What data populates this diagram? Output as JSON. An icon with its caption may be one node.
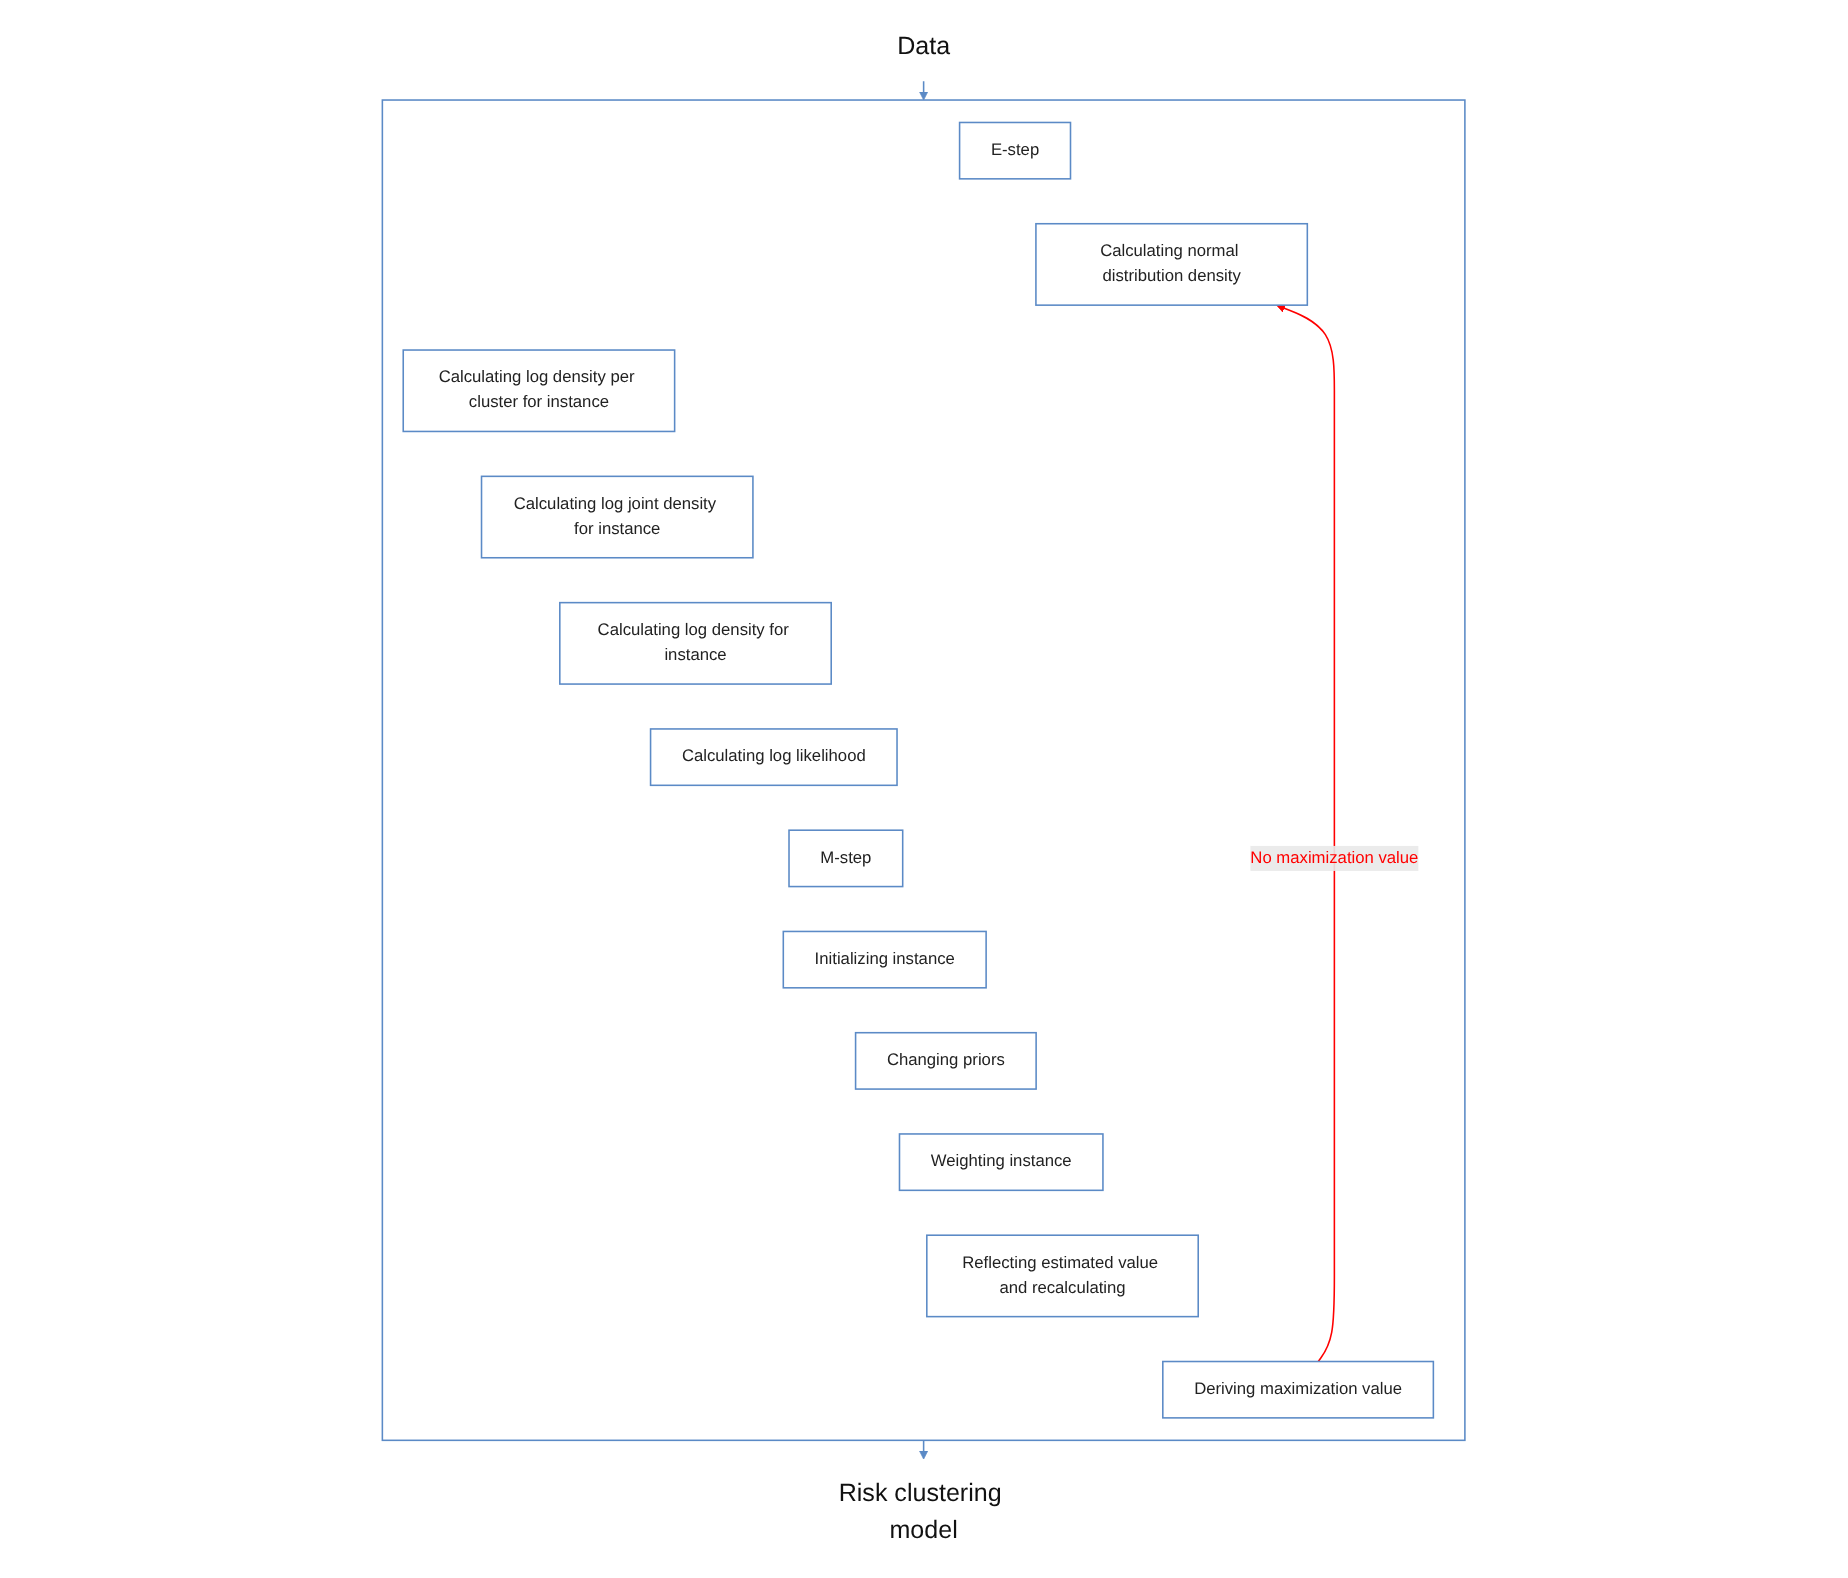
{
  "diagram": {
    "nodes": [
      {
        "text": [
          "Data"
        ]
      },
      {
        "text": [],
        "shape": "box"
      },
      {
        "text": [
          "E-step"
        ],
        "in": 1
      },
      {
        "text": [
          "Calculating normal distribution density"
        ],
        "in": 1
      },
      {
        "text": [
          "Calculating log density per cluster for instance"
        ],
        "in": 1
      },
      {
        "text": [
          "Calculating log joint density for instance"
        ],
        "in": 1
      },
      {
        "text": [
          "Calculating log density for instance"
        ],
        "in": 1
      },
      {
        "text": [
          "Calculating log likelihood"
        ],
        "in": 1
      },
      {
        "text": [
          "M-step"
        ],
        "in": 1
      },
      {
        "text": [
          "Initializing instance"
        ],
        "in": 1
      },
      {
        "text": [
          "Changing priors"
        ],
        "in": 1
      },
      {
        "text": [
          "Weighting instance"
        ],
        "in": 1
      },
      {
        "text": [
          "Reflecting estimated value and recalculating"
        ],
        "in": 1
      },
      {
        "text": [
          "Deriving maximization value"
        ],
        "in": 1
      },
      {
        "text": [
          "Risk clustering model"
        ]
      }
    ],
    "edges": [
      {
        "from": 0,
        "to": 1,
        "arrow": "to"
      },
      {
        "from": 13,
        "to": 3,
        "arrow": "to",
        "label": "No maximization value",
        "color": "#ff0000"
      },
      {
        "from": 1,
        "to": 14,
        "arrow": "to"
      }
    ]
  }
}
